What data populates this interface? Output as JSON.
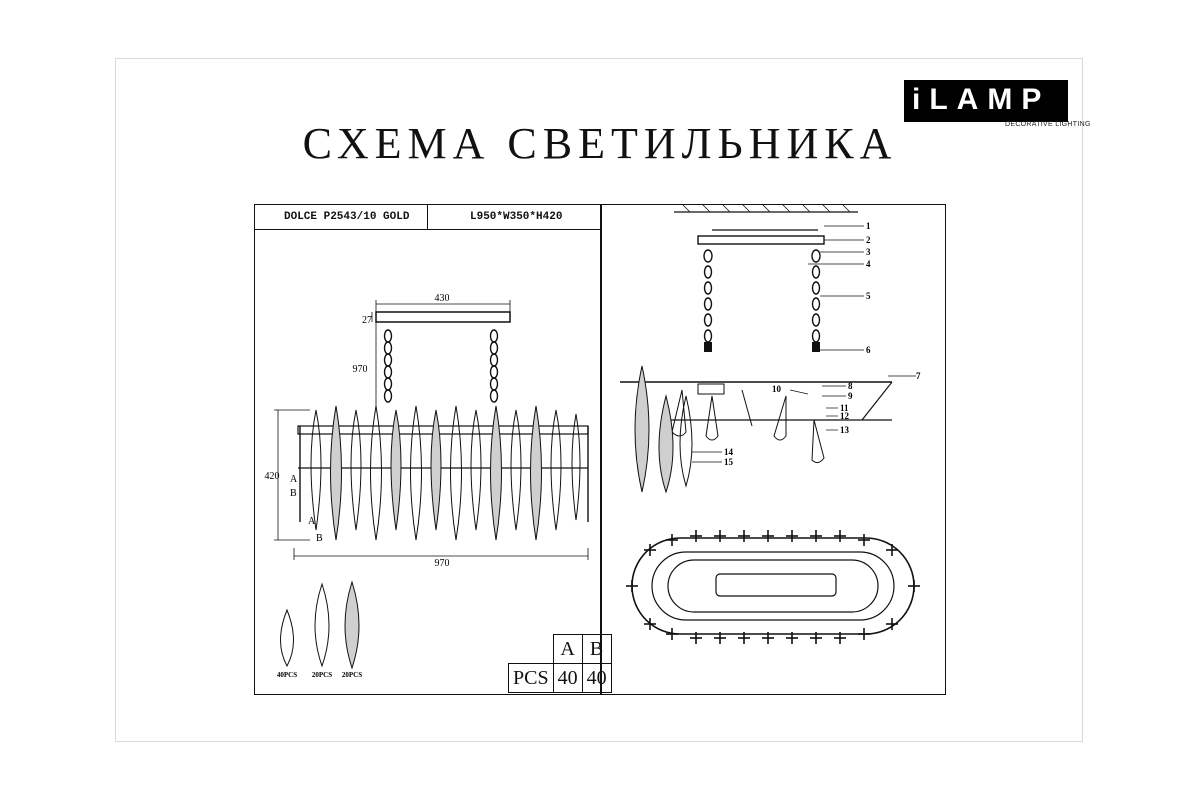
{
  "brand": {
    "logo_text": "iLAMP",
    "tagline": "DECORATIVE LIGHTING"
  },
  "title": "СХЕМА СВЕТИЛЬНИКА",
  "header": {
    "model": "DOLCE P2543/10 GOLD",
    "dimensions": "L950*W350*H420"
  },
  "front_view": {
    "dim_canopy_width": "430",
    "dim_canopy_height": "27",
    "dim_chain_length": "970",
    "dim_total_height": "420",
    "dim_bottom_width": "970",
    "row_labels": [
      "A",
      "B",
      "A",
      "B"
    ]
  },
  "crystals": [
    {
      "qty": "40PCS"
    },
    {
      "qty": "20PCS"
    },
    {
      "qty": "20PCS"
    }
  ],
  "pcs_table": {
    "columns": [
      "A",
      "B"
    ],
    "row_label": "PCS",
    "values": [
      "40",
      "40"
    ]
  },
  "callouts": [
    "1",
    "2",
    "3",
    "4",
    "5",
    "6",
    "7",
    "8",
    "9",
    "10",
    "11",
    "12",
    "13",
    "14",
    "15"
  ]
}
